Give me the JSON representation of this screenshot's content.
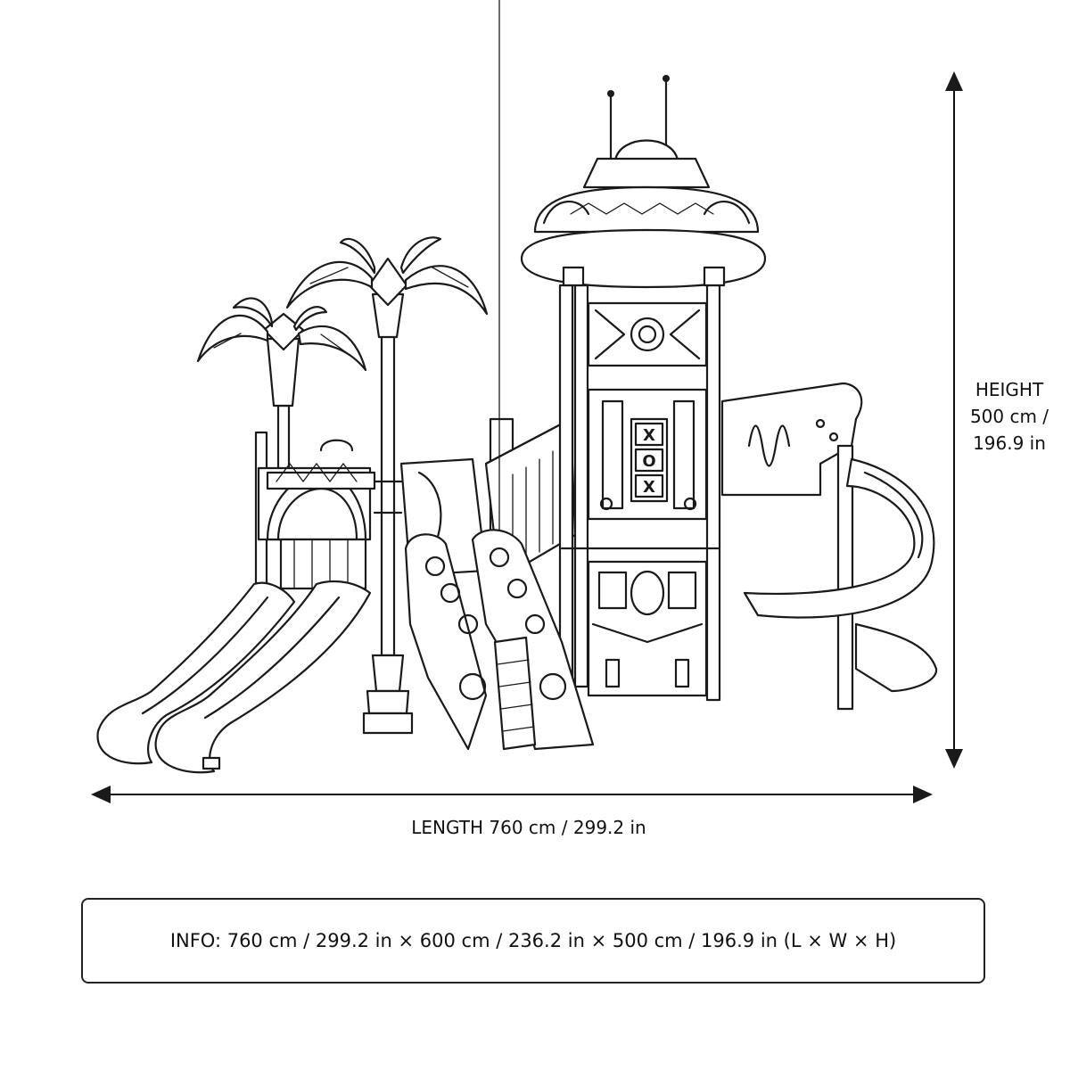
{
  "dimensions": {
    "length_label": "LENGTH 760 cm / 299.2 in",
    "height_label_lines": [
      "HEIGHT",
      "500 cm /",
      "196.9 in"
    ]
  },
  "info": {
    "text": "INFO: 760 cm / 299.2 in  ×  600 cm / 236.2 in  ×  500 cm / 196.9 in  (L × W × H)"
  },
  "panel": {
    "letters": [
      "X",
      "O",
      "X"
    ]
  }
}
